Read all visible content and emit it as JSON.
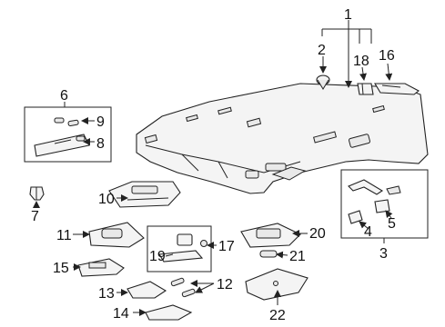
{
  "callouts": {
    "n1": "1",
    "n2": "2",
    "n3": "3",
    "n4": "4",
    "n5": "5",
    "n6": "6",
    "n7": "7",
    "n8": "8",
    "n9": "9",
    "n10": "10",
    "n11": "11",
    "n12": "12",
    "n13": "13",
    "n14": "14",
    "n15": "15",
    "n16": "16",
    "n17": "17",
    "n18": "18",
    "n19": "19",
    "n20": "20",
    "n21": "21",
    "n22": "22"
  }
}
